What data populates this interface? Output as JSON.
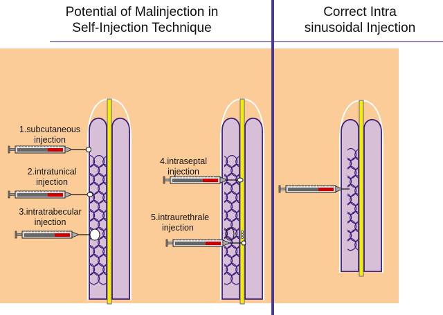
{
  "titles": {
    "left": "Potential of Malinjection in Self-Injection Technique",
    "left_line1": "Potential of Malinjection in",
    "left_line2": "Self-Injection Technique",
    "right_line1": "Correct Intra",
    "right_line2": "sinusoidal Injection"
  },
  "injections": [
    {
      "number": 1,
      "line1": "1.subcutaneous",
      "line2": "injection"
    },
    {
      "number": 2,
      "line1": "2.intratunical",
      "line2": "injection"
    },
    {
      "number": 3,
      "line1": "3.intratrabecular",
      "line2": "injection"
    },
    {
      "number": 4,
      "line1": "4.intraseptal",
      "line2": "injection"
    },
    {
      "number": 5,
      "line1": "5.intraurethrale",
      "line2": "injection"
    }
  ],
  "colors": {
    "background_panel": "#fccc98",
    "corpus": "#d8bfd8",
    "outline": "#3b1f7a",
    "urethra": "#f2ee00",
    "blood": "#cc0000",
    "divider": "#4a3a8c"
  }
}
